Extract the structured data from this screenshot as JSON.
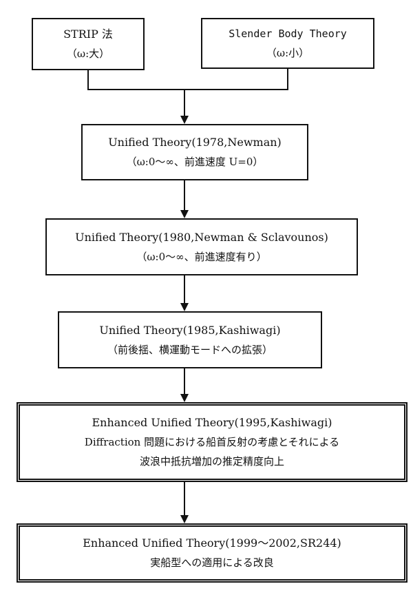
{
  "nodes": {
    "strip": {
      "title": "STRIP 法",
      "sub": "（ω:大）"
    },
    "slender": {
      "title": "Slender Body Theory",
      "sub": "（ω:小）"
    },
    "unified1978": {
      "title": "Unified Theory(1978,Newman)",
      "sub": "（ω:0〜∞、前進速度 U=0）"
    },
    "unified1980": {
      "title": "Unified Theory(1980,Newman & Sclavounos)",
      "sub": "（ω:0〜∞、前進速度有り）"
    },
    "unified1985": {
      "title": "Unified Theory(1985,Kashiwagi)",
      "sub": "（前後揺、横運動モードへの拡張）"
    },
    "enhanced1995": {
      "title": "Enhanced Unified Theory(1995,Kashiwagi)",
      "line2": "Diffraction 問題における船首反射の考慮とそれによる",
      "line3": "波浪中抵抗増加の推定精度向上"
    },
    "enhanced1999": {
      "title": "Enhanced Unified Theory(1999〜2002,SR244)",
      "sub": "実船型への適用による改良"
    }
  }
}
